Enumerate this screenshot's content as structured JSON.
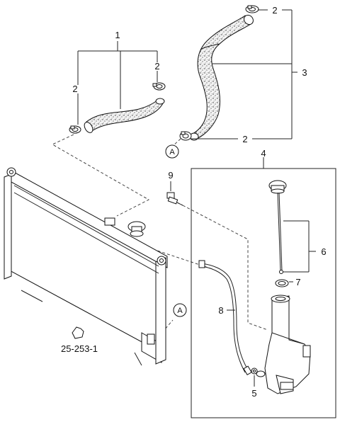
{
  "diagram": {
    "callouts": [
      {
        "id": "c1",
        "text": "1"
      },
      {
        "id": "c2a",
        "text": "2"
      },
      {
        "id": "c2b",
        "text": "2"
      },
      {
        "id": "c2c",
        "text": "2"
      },
      {
        "id": "c2d",
        "text": "2"
      },
      {
        "id": "c3",
        "text": "3"
      },
      {
        "id": "c4",
        "text": "4"
      },
      {
        "id": "c5",
        "text": "5"
      },
      {
        "id": "c6",
        "text": "6"
      },
      {
        "id": "c7",
        "text": "7"
      },
      {
        "id": "c8",
        "text": "8"
      },
      {
        "id": "c9",
        "text": "9"
      }
    ],
    "connectors": [
      {
        "id": "ca1",
        "text": "A"
      },
      {
        "id": "ca2",
        "text": "A"
      }
    ],
    "reference": "25-253-1"
  }
}
